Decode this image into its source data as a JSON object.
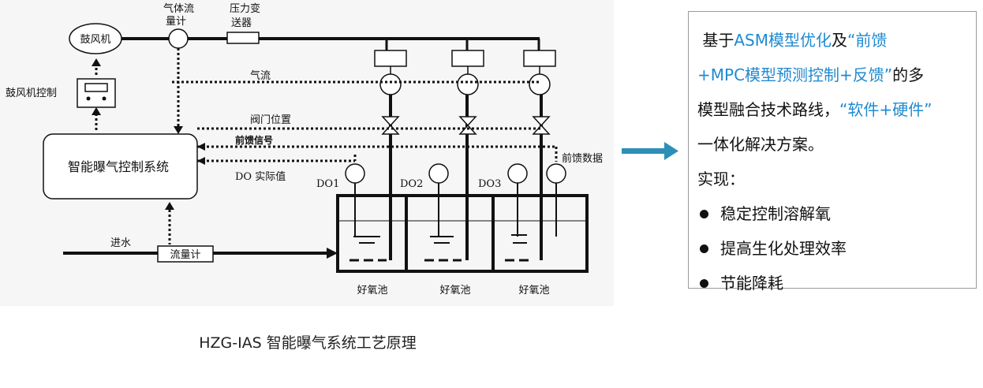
{
  "diagram": {
    "blower": "鼓风机",
    "gas_flowmeter": [
      "气体流",
      "量计"
    ],
    "pressure_transmitter": [
      "压力变",
      "送器"
    ],
    "blower_control": "鼓风机控制",
    "airflow": "气流",
    "valve_position": "阀门位置",
    "feedforward_signal": "前馈信号",
    "do_actual": "DO 实际值",
    "control_system": "智能曝气控制系统",
    "feedforward_data": "前馈数据",
    "do_labels": [
      "DO1",
      "DO2",
      "DO3"
    ],
    "inlet_water": "进水",
    "flowmeter": "流量计",
    "tank_labels": [
      "好氧池",
      "好氧池",
      "好氧池"
    ]
  },
  "caption": "HZG-IAS 智能曝气系统工艺原理",
  "panel": {
    "line1": {
      "t1": "基于",
      "t2": "ASM模型优化",
      "t3": "及",
      "t4": "“前馈"
    },
    "line2": {
      "t1": "+MPC模型预测控制+反馈”",
      "t2": "的多"
    },
    "line3": {
      "t1": "模型融合技术路线，",
      "t2": "“软件+硬件”"
    },
    "line4": "一体化解决方案。",
    "line5": "实现：",
    "bullets": [
      "稳定控制溶解氧",
      "提高生化处理效率",
      "节能降耗"
    ]
  },
  "colors": {
    "accent": "#1f8ad1",
    "arrow": "#2c8fb8"
  }
}
